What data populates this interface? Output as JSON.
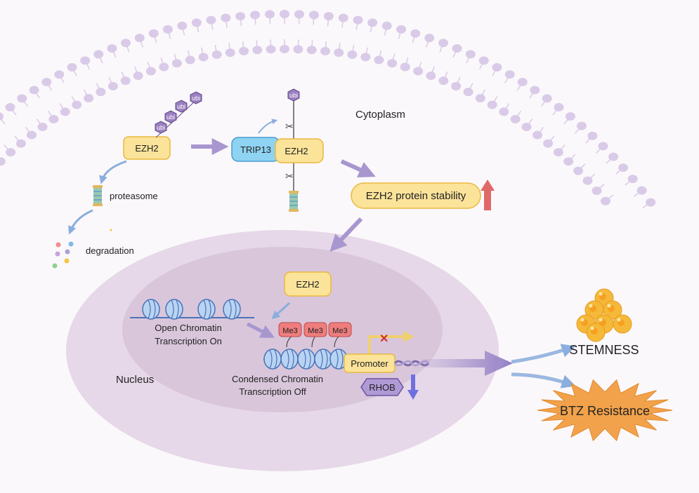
{
  "labels": {
    "cytoplasm": "Cytoplasm",
    "nucleus": "Nucleus",
    "proteasome": "proteasome",
    "degradation": "degradation",
    "ezh2": "EZH2",
    "trip13": "TRIP13",
    "ubi": "ubi",
    "stability": "EZH2 protein stability",
    "open_chromatin_1": "Open Chromatin",
    "open_chromatin_2": "Transcription On",
    "condensed_chromatin_1": "Condensed Chromatin",
    "condensed_chromatin_2": "Transcription Off",
    "me3": "Me3",
    "promoter": "Promoter",
    "rhob": "RHOB",
    "stemness": "STEMNESS",
    "btz_resistance": "BTZ Resistance"
  },
  "colors": {
    "membrane": "#d9cbe8",
    "nucleus_outer": "#e4d6e6",
    "nucleus_inner": "#d8c4da",
    "ezh2_fill": "#fbe39a",
    "ezh2_stroke": "#e9b93f",
    "trip13_fill": "#8fd3f2",
    "ubi_fill": "#9a7fc0",
    "me3_fill": "#ef7d7d",
    "arrow": "#a08cc8",
    "up_arrow": "#e06868",
    "down_arrow": "#6f6fe0",
    "burst": "#f2a24a",
    "stem_cell": "#f5b93a"
  }
}
